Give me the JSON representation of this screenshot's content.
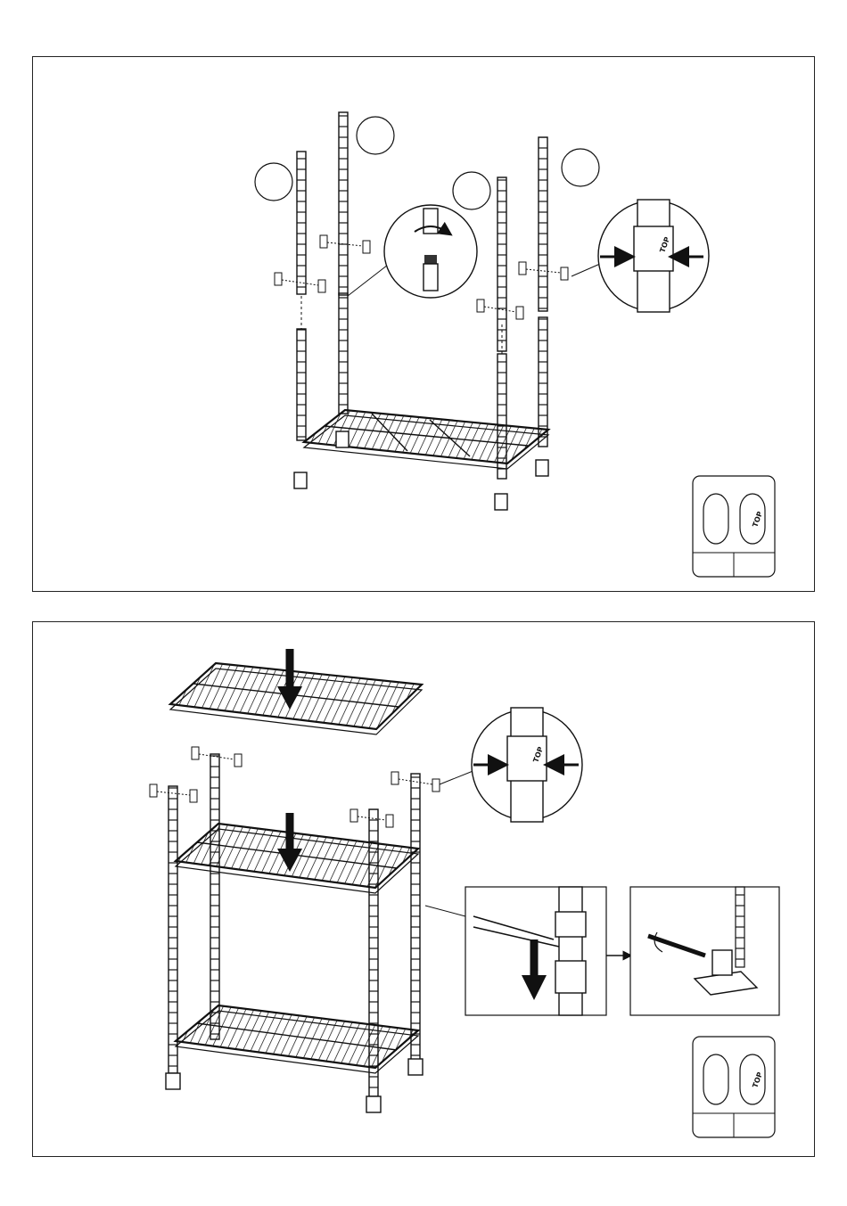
{
  "step_1": {
    "callout_badges": [
      "",
      "",
      "",
      ""
    ],
    "clip_label": "TOP",
    "parts_box": {
      "clip_label": "TOP",
      "qty_cells": [
        "",
        ""
      ]
    }
  },
  "step_2": {
    "clip_label": "TOP",
    "parts_box": {
      "clip_label": "TOP",
      "qty_cells": [
        "",
        ""
      ]
    }
  }
}
